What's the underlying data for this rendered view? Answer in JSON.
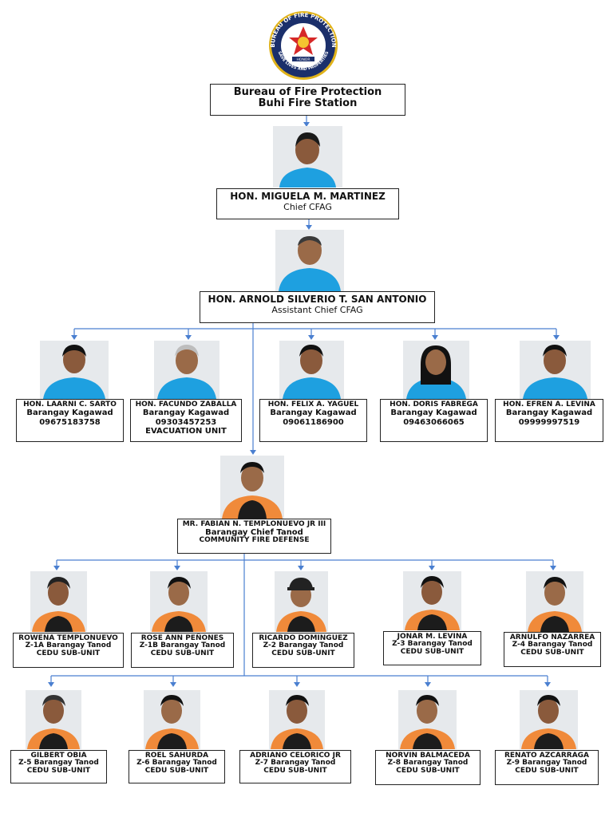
{
  "header": {
    "logo": {
      "ring_text": "BUREAU OF FIRE PROTECTION",
      "bottom_text": "SAVE LIVES AND PROPERTIES",
      "banner_text": "HONOR"
    },
    "title_line1": "Bureau of Fire Protection",
    "title_line2": "Buhi Fire Station"
  },
  "chief": {
    "name": "HON. MIGUELA M. MARTINEZ",
    "role": "Chief CFAG"
  },
  "assistant": {
    "name": "HON. ARNOLD SILVERIO T. SAN ANTONIO",
    "role": "Assistant Chief CFAG"
  },
  "kagawads": [
    {
      "name": "HON. LAARNI C. SARTO",
      "role": "Barangay Kagawad",
      "extra": "09675183758"
    },
    {
      "name": "HON. FACUNDO ZABALLA",
      "role": "Barangay Kagawad",
      "extra": "09303457253",
      "extra2": "EVACUATION UNIT"
    },
    {
      "name": "HON. FELIX A. YAGUEL",
      "role": "Barangay Kagawad",
      "extra": "09061186900"
    },
    {
      "name": "HON. DORIS FABREGA",
      "role": "Barangay Kagawad",
      "extra": "09463066065"
    },
    {
      "name": "HON. EFREN A. LEVINA",
      "role": "Barangay Kagawad",
      "extra": "09999997519"
    }
  ],
  "chief_tanod": {
    "name": "MR. FABIAN N. TEMPLONUEVO JR III",
    "role": "Barangay Chief Tanod",
    "unit": "COMMUNITY FIRE DEFENSE"
  },
  "tanods_row1": [
    {
      "name": "ROWENA TEMPLONUEVO",
      "role": "Z-1A Barangay Tanod",
      "unit": "CEDU SUB-UNIT"
    },
    {
      "name": "ROSE ANN PEÑONES",
      "role": "Z-1B Barangay Tanod",
      "unit": "CEDU SUB-UNIT"
    },
    {
      "name": "RICARDO DOMINGUEZ",
      "role": "Z-2 Barangay Tanod",
      "unit": "CEDU SUB-UNIT"
    },
    {
      "name": "JONAR M. LEVINA",
      "role": "Z-3 Barangay Tanod",
      "unit": "CEDU SUB-UNIT"
    },
    {
      "name": "ARNULFO NAZARREA",
      "role": "Z-4 Barangay Tanod",
      "unit": "CEDU SUB-UNIT"
    }
  ],
  "tanods_row2": [
    {
      "name": "GILBERT OBIA",
      "role": "Z-5 Barangay Tanod",
      "unit": "CEDU SUB-UNIT"
    },
    {
      "name": "ROEL SAHURDA",
      "role": "Z-6 Barangay Tanod",
      "unit": "CEDU SUB-UNIT"
    },
    {
      "name": "ADRIANO CELORICO JR",
      "role": "Z-7 Barangay Tanod",
      "unit": "CEDU SUB-UNIT"
    },
    {
      "name": "NORVIN BALMACEDA",
      "role": "Z-8 Barangay Tanod",
      "unit": "CEDU SUB-UNIT"
    },
    {
      "name": "RENATO AZCARRAGA",
      "role": "Z-9 Barangay Tanod",
      "unit": "CEDU SUB-UNIT"
    }
  ],
  "colors": {
    "connector": "#4a7fd0",
    "officer_shirt": "#1ea0e0",
    "tanod_shirt_orange": "#f08a3a",
    "tanod_shirt_black": "#1c1c1c",
    "photo_bg": "#e8ecef"
  }
}
